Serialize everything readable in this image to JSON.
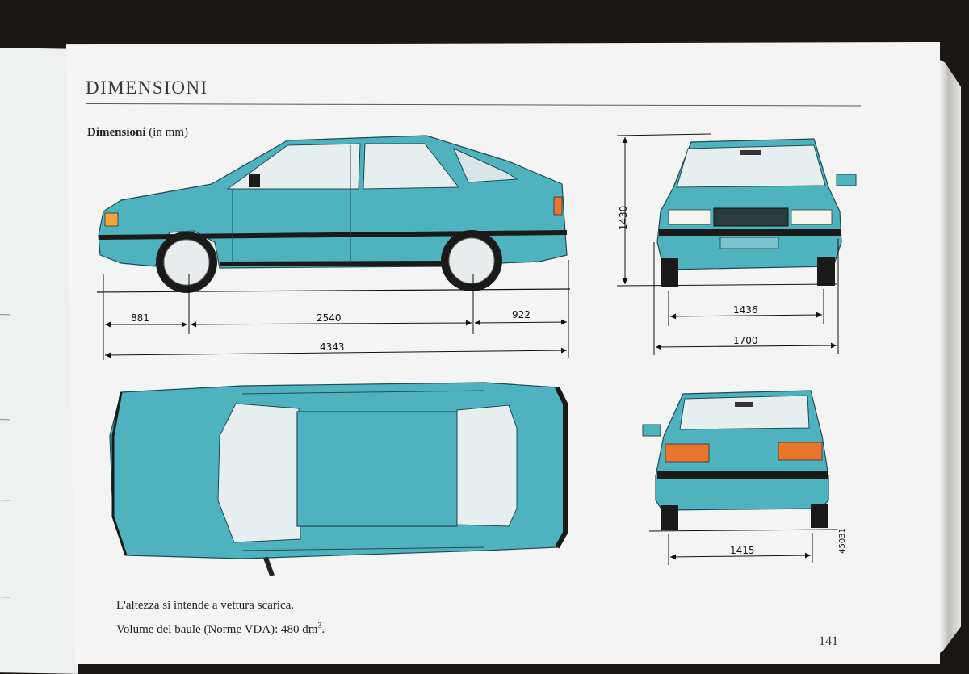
{
  "title": "DIMENSIONI",
  "subtitle": {
    "bold": "Dimensioni",
    "rest": "(in mm)"
  },
  "dimensions": {
    "front_overhang": "881",
    "wheelbase": "2540",
    "rear_overhang": "922",
    "length": "4343",
    "height": "1430",
    "front_track": "1436",
    "width": "1700",
    "rear_track": "1415"
  },
  "figure_code": "45031",
  "notes": {
    "height_note": "L'altezza si intende a vettura scarica.",
    "trunk_prefix": "Volume del baule (Norme VDA): 480 dm",
    "trunk_sup": "3",
    "trunk_suffix": "."
  },
  "page_number": "141",
  "colors": {
    "car_body": "#4fb3bf",
    "car_dark": "#2f8a97",
    "trim": "#1a1a1a",
    "paper": "#f3f4f3"
  }
}
